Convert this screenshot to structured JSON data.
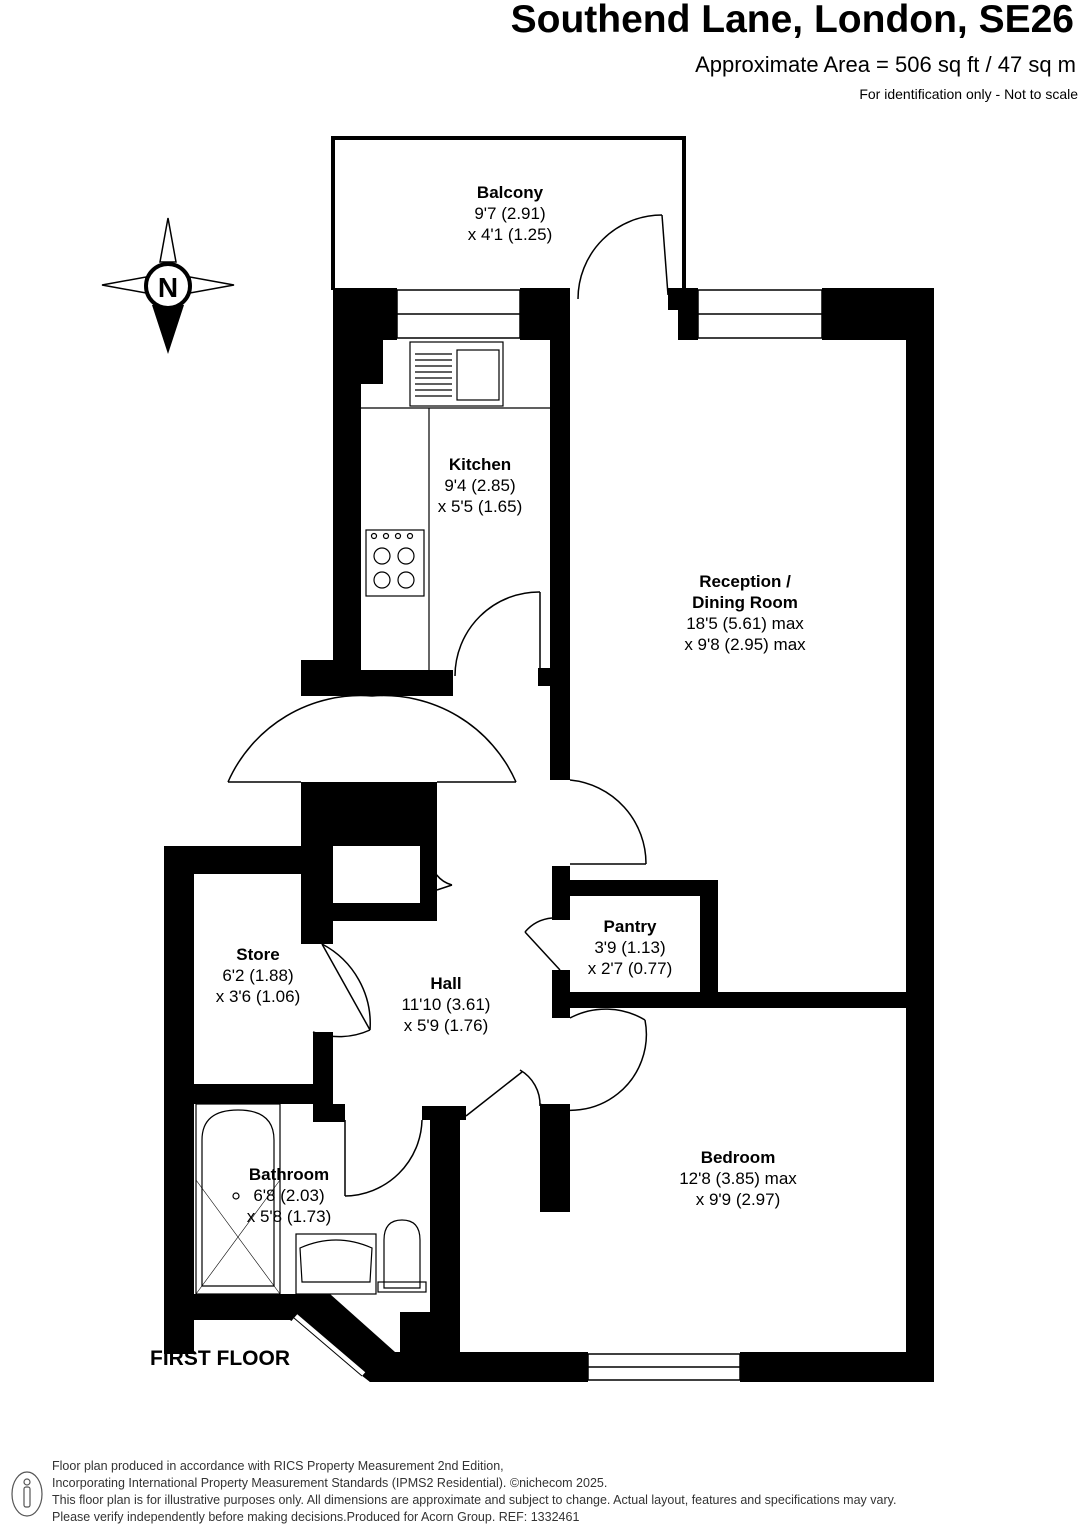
{
  "header": {
    "title": "Southend Lane, London, SE26",
    "area": "Approximate Area = 506 sq ft / 47 sq m",
    "note": "For identification only - Not to scale"
  },
  "compass": {
    "letter": "N"
  },
  "floor_label": "FIRST FLOOR",
  "rooms": {
    "balcony": {
      "name": "Balcony",
      "dim1": "9'7 (2.91)",
      "dim2": "x 4'1 (1.25)"
    },
    "kitchen": {
      "name": "Kitchen",
      "dim1": "9'4 (2.85)",
      "dim2": "x 5'5 (1.65)"
    },
    "reception": {
      "name1": "Reception /",
      "name2": "Dining Room",
      "dim1": "18'5 (5.61) max",
      "dim2": "x 9'8 (2.95) max"
    },
    "pantry": {
      "name": "Pantry",
      "dim1": "3'9 (1.13)",
      "dim2": "x 2'7 (0.77)"
    },
    "store": {
      "name": "Store",
      "dim1": "6'2 (1.88)",
      "dim2": "x 3'6 (1.06)"
    },
    "hall": {
      "name": "Hall",
      "dim1": "11'10 (3.61)",
      "dim2": "x 5'9 (1.76)"
    },
    "bathroom": {
      "name": "Bathroom",
      "dim1": "6'8 (2.03)",
      "dim2": "x 5'8 (1.73)"
    },
    "bedroom": {
      "name": "Bedroom",
      "dim1": "12'8 (3.85) max",
      "dim2": "x 9'9 (2.97)"
    }
  },
  "footer": {
    "line1": "Floor plan produced in accordance with RICS Property Measurement 2nd Edition,",
    "line2": "Incorporating International Property Measurement Standards (IPMS2 Residential).  ©nichecom 2025.",
    "line3": "This floor plan is for illustrative purposes only. All dimensions are approximate and subject to change. Actual layout, features and specifications may vary.",
    "line4": "Please verify independently before making decisions.Produced for Acorn Group.   REF:  1332461"
  }
}
